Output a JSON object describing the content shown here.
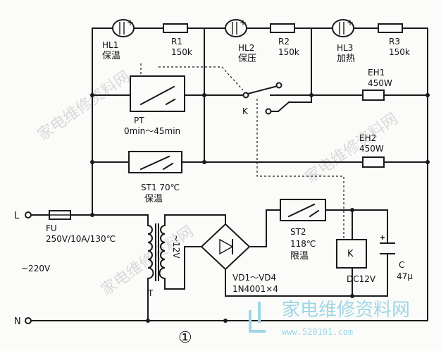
{
  "terminals": {
    "l": "L",
    "n": "N",
    "mains_voltage": "~220V"
  },
  "indicators": {
    "hl1": {
      "ref": "HL1",
      "text": "保温"
    },
    "hl2": {
      "ref": "HL2",
      "text": "保压"
    },
    "hl3": {
      "ref": "HL3",
      "text": "加热"
    }
  },
  "resistors": {
    "r1": {
      "ref": "R1",
      "value": "150k"
    },
    "r2": {
      "ref": "R2",
      "value": "150k"
    },
    "r3": {
      "ref": "R3",
      "value": "150k"
    }
  },
  "heaters": {
    "eh1": {
      "ref": "EH1",
      "value": "450W"
    },
    "eh2": {
      "ref": "EH2",
      "value": "450W"
    }
  },
  "timer": {
    "ref": "PT",
    "range": "0min～45min"
  },
  "relay_contact": {
    "ref": "K"
  },
  "thermostat1": {
    "ref": "ST1 70℃",
    "text": "保温"
  },
  "fuse": {
    "ref": "FU",
    "rating": "250V/10A/130℃"
  },
  "transformer": {
    "ref": "T",
    "secondary": "~12V"
  },
  "rectifier": {
    "ref": "VD1～VD4",
    "part": "1N4001×4"
  },
  "thermostat2": {
    "ref": "ST2",
    "temp": "118℃",
    "text": "限温"
  },
  "relay_coil": {
    "ref": "K",
    "voltage": "DC12V"
  },
  "capacitor": {
    "ref": "C",
    "value": "47μ"
  },
  "figure_number": "①",
  "watermark": {
    "site": "家电维修资料网",
    "url": "www.520101.com",
    "bg_text": "家电维修资料网"
  }
}
